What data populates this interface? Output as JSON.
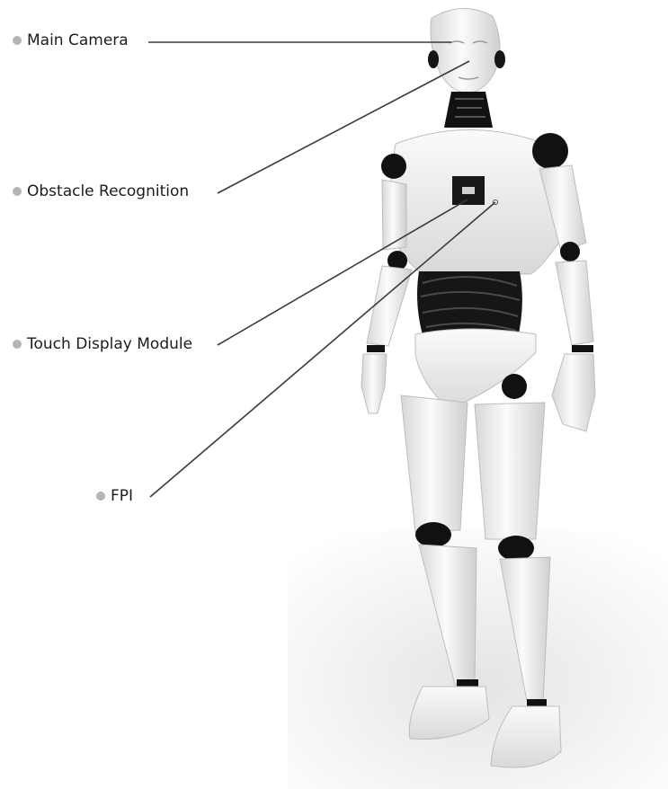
{
  "callouts": [
    {
      "id": "main-camera",
      "label": "Main Camera"
    },
    {
      "id": "obstacle-recognition",
      "label": "Obstacle Recognition"
    },
    {
      "id": "touch-display-module",
      "label": "Touch Display Module"
    },
    {
      "id": "fpi",
      "label": "FPI"
    }
  ],
  "colors": {
    "leader_line": "#3a3a3a",
    "bullet": "#b5b5b5",
    "robot_shell": "#f2f2f2",
    "robot_joint": "#111111",
    "floor_shadow": "#ececec"
  }
}
